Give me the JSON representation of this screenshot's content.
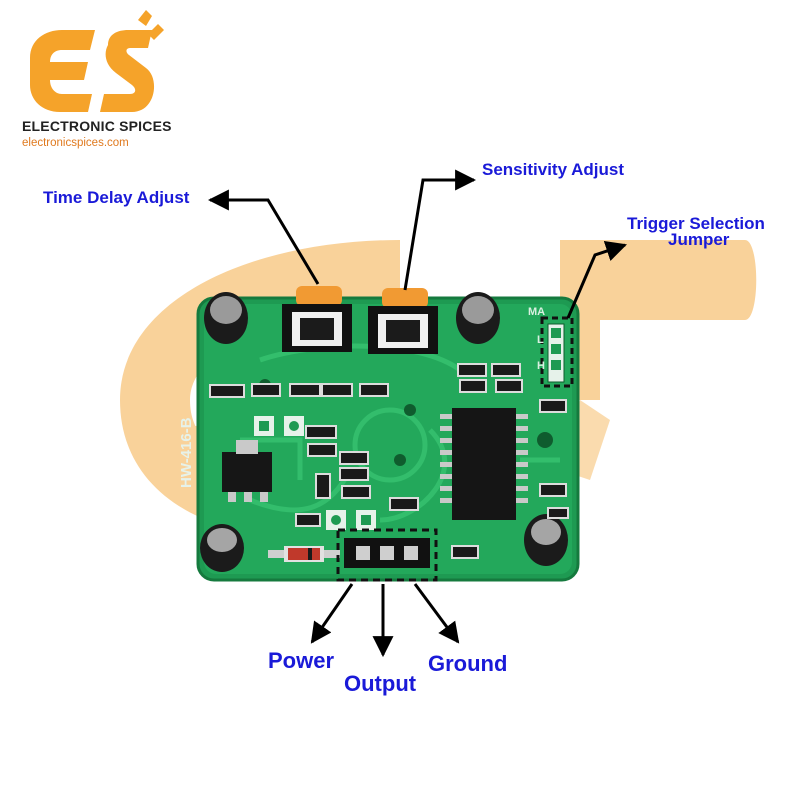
{
  "brand": {
    "name": "ELECTRONIC SPICES",
    "url": "electronicspices.com",
    "accent_color": "#f5a32a",
    "watermark_color": "#f9d29a"
  },
  "board": {
    "model": "HW-416-B",
    "jumper_labels": [
      "MA",
      "L",
      "H"
    ],
    "pcb_color": "#1e9a52"
  },
  "labels": {
    "time_delay": "Time Delay Adjust",
    "sensitivity": "Sensitivity Adjust",
    "trigger_line1": "Trigger Selection",
    "trigger_line2": "Jumper",
    "power": "Power",
    "output": "Output",
    "ground": "Ground"
  },
  "label_color": "#1a1ad8"
}
